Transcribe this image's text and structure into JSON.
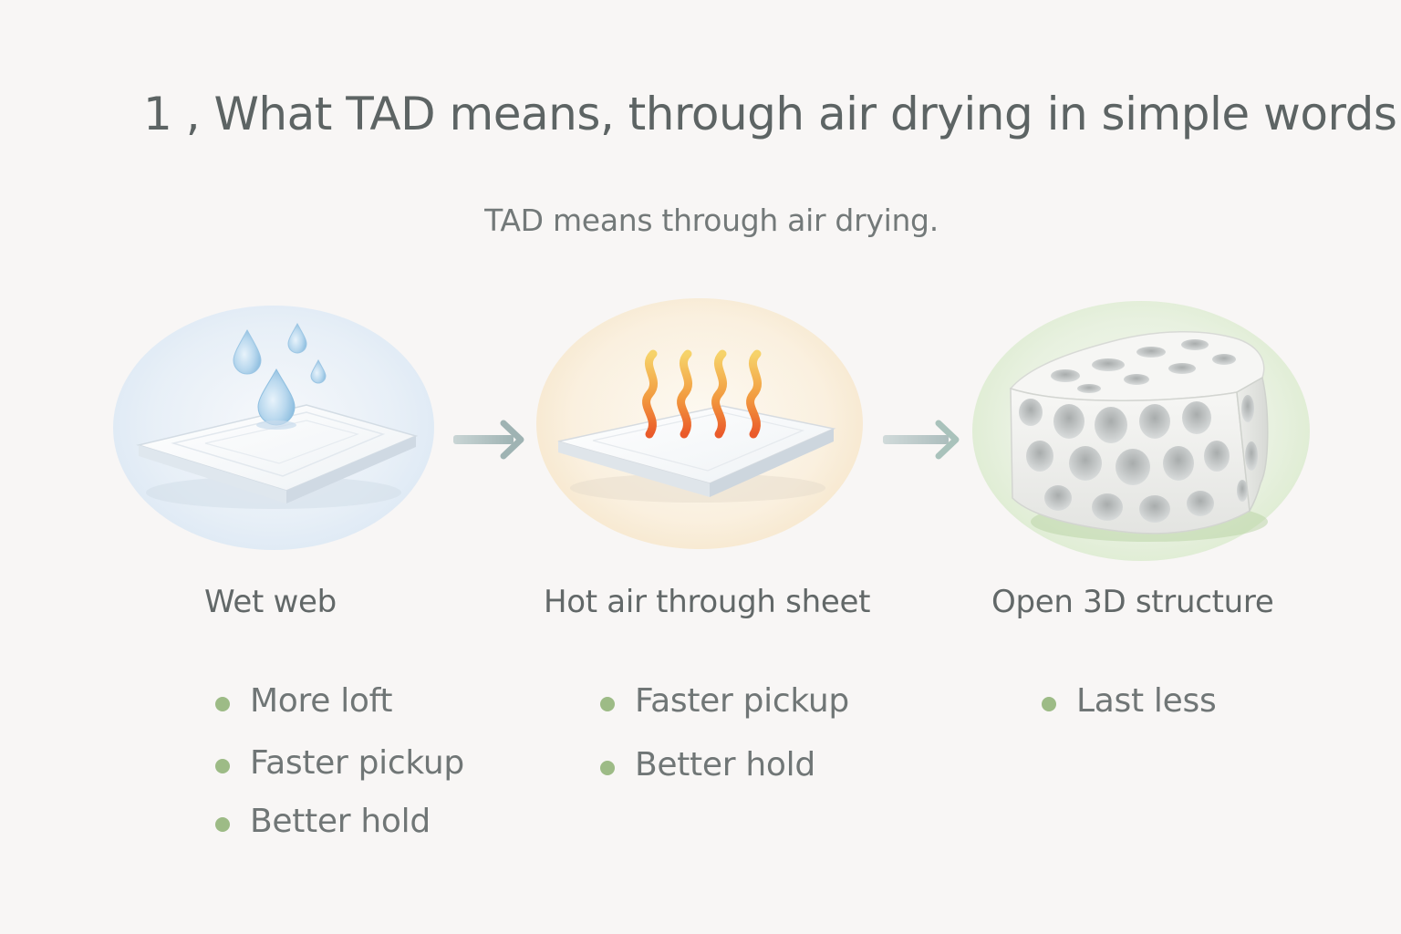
{
  "title": "1 , What TAD means, through air drying in simple words",
  "subtitle": "TAD means through air drying.",
  "colors": {
    "background": "#f8f6f5",
    "bullet_dot": "#9dbb86",
    "arrow": "#9fb3b3",
    "flame_start": "#f6d36a",
    "flame_end": "#ea5a2a",
    "water": "#a9cde9"
  },
  "steps": [
    {
      "label": "Wet web",
      "icon": "wet-sheet-icon",
      "bullets": [
        "More loft",
        "Faster pickup",
        "Better hold"
      ]
    },
    {
      "label": "Hot air through sheet",
      "icon": "hot-air-sheet-icon",
      "bullets": [
        "Faster pickup",
        "Better hold"
      ]
    },
    {
      "label": "Open 3D structure",
      "icon": "porous-cube-icon",
      "bullets": [
        "Last less"
      ]
    }
  ]
}
